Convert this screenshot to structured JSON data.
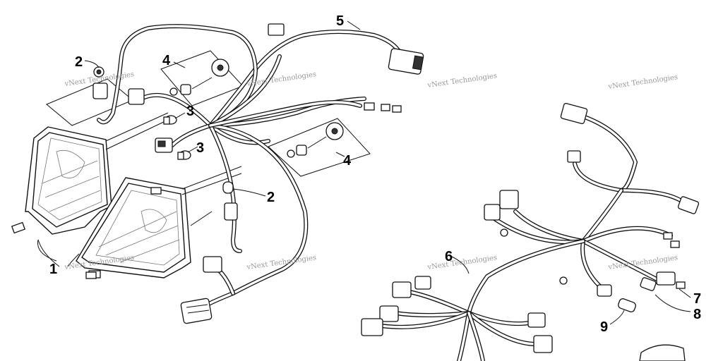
{
  "callouts": {
    "c1": "1",
    "c2a": "2",
    "c2b": "2",
    "c3a": "3",
    "c3b": "3",
    "c4a": "4",
    "c4b": "4",
    "c5": "5",
    "c6": "6",
    "c7": "7",
    "c8": "8",
    "c9": "9"
  },
  "watermark": "vNext Technologies"
}
